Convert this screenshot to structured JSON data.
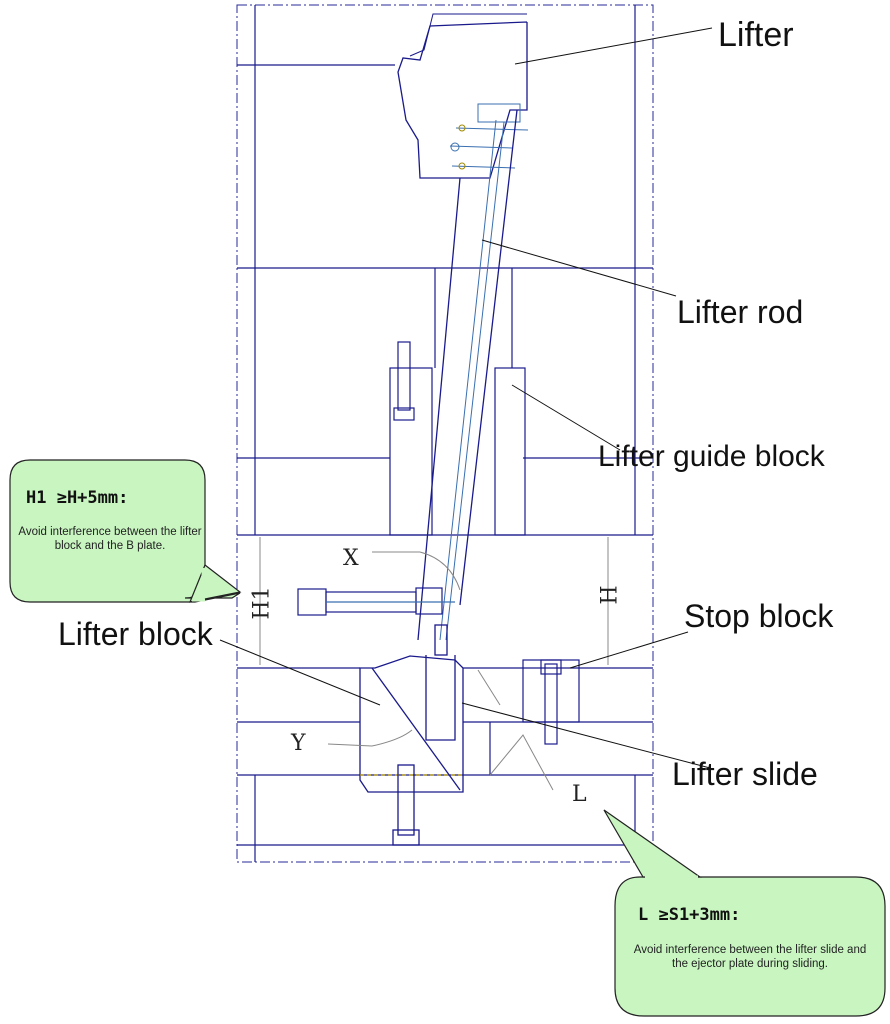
{
  "labels": {
    "lifter": "Lifter",
    "lifter_rod": "Lifter rod",
    "lifter_guide_block": "Lifter guide block",
    "stop_block": "Stop block",
    "lifter_block": "Lifter block",
    "lifter_slide": "Lifter slide"
  },
  "dimensions": {
    "x": "X",
    "y": "Y",
    "h1": "H1",
    "h": "H",
    "l": "L"
  },
  "notes": {
    "h1_rule": {
      "title": "H1 ≥H+5mm:",
      "body": "Avoid interference between the lifter block and the B plate."
    },
    "l_rule": {
      "title": "L ≥S1+3mm:",
      "body": "Avoid interference between the lifter slide and the ejector plate during sliding."
    }
  },
  "colors": {
    "outline": "#1a1a8c",
    "note_fill": "#c8f5c0",
    "note_stroke": "#222222",
    "text": "#111111"
  }
}
